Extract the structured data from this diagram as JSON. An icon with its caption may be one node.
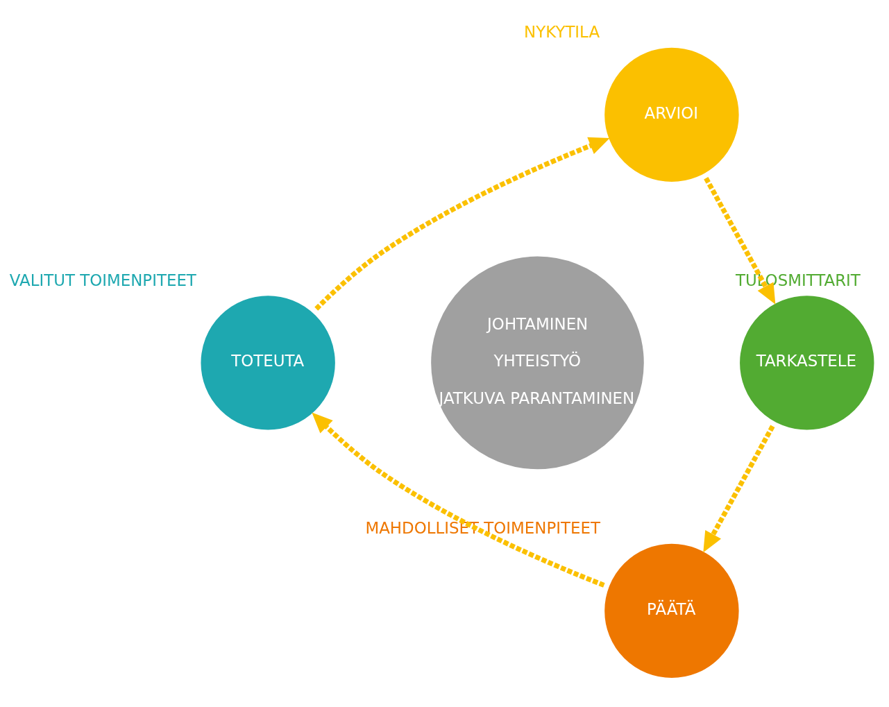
{
  "diagram": {
    "nodes": [
      {
        "text": [
          "ARVIOI"
        ],
        "beside": [
          "NYKYTILA"
        ]
      },
      {
        "text": [
          "TARKASTELE"
        ],
        "beside": [
          "TULOSMITTARIT"
        ]
      },
      {
        "text": [
          "PÄÄTÄ"
        ],
        "beside": [
          "MAHDOLLISET TOIMENPITEET"
        ]
      },
      {
        "text": [
          "TOTEUTA"
        ],
        "beside": [
          "VALITUT TOIMENPITEET"
        ]
      },
      {
        "text": [
          "JOHTAMINEN",
          "YHTEISTYÖ",
          "JATKUVA PARANTAMINEN"
        ]
      }
    ],
    "edges": [
      {
        "from": 0,
        "to": 1,
        "arrow": "to",
        "style": "dashed"
      },
      {
        "from": 1,
        "to": 2,
        "arrow": "to",
        "style": "dashed"
      },
      {
        "from": 2,
        "to": 3,
        "arrow": "to",
        "style": "dashed"
      },
      {
        "from": 3,
        "to": 0,
        "arrow": "to",
        "style": "dashed"
      }
    ]
  }
}
